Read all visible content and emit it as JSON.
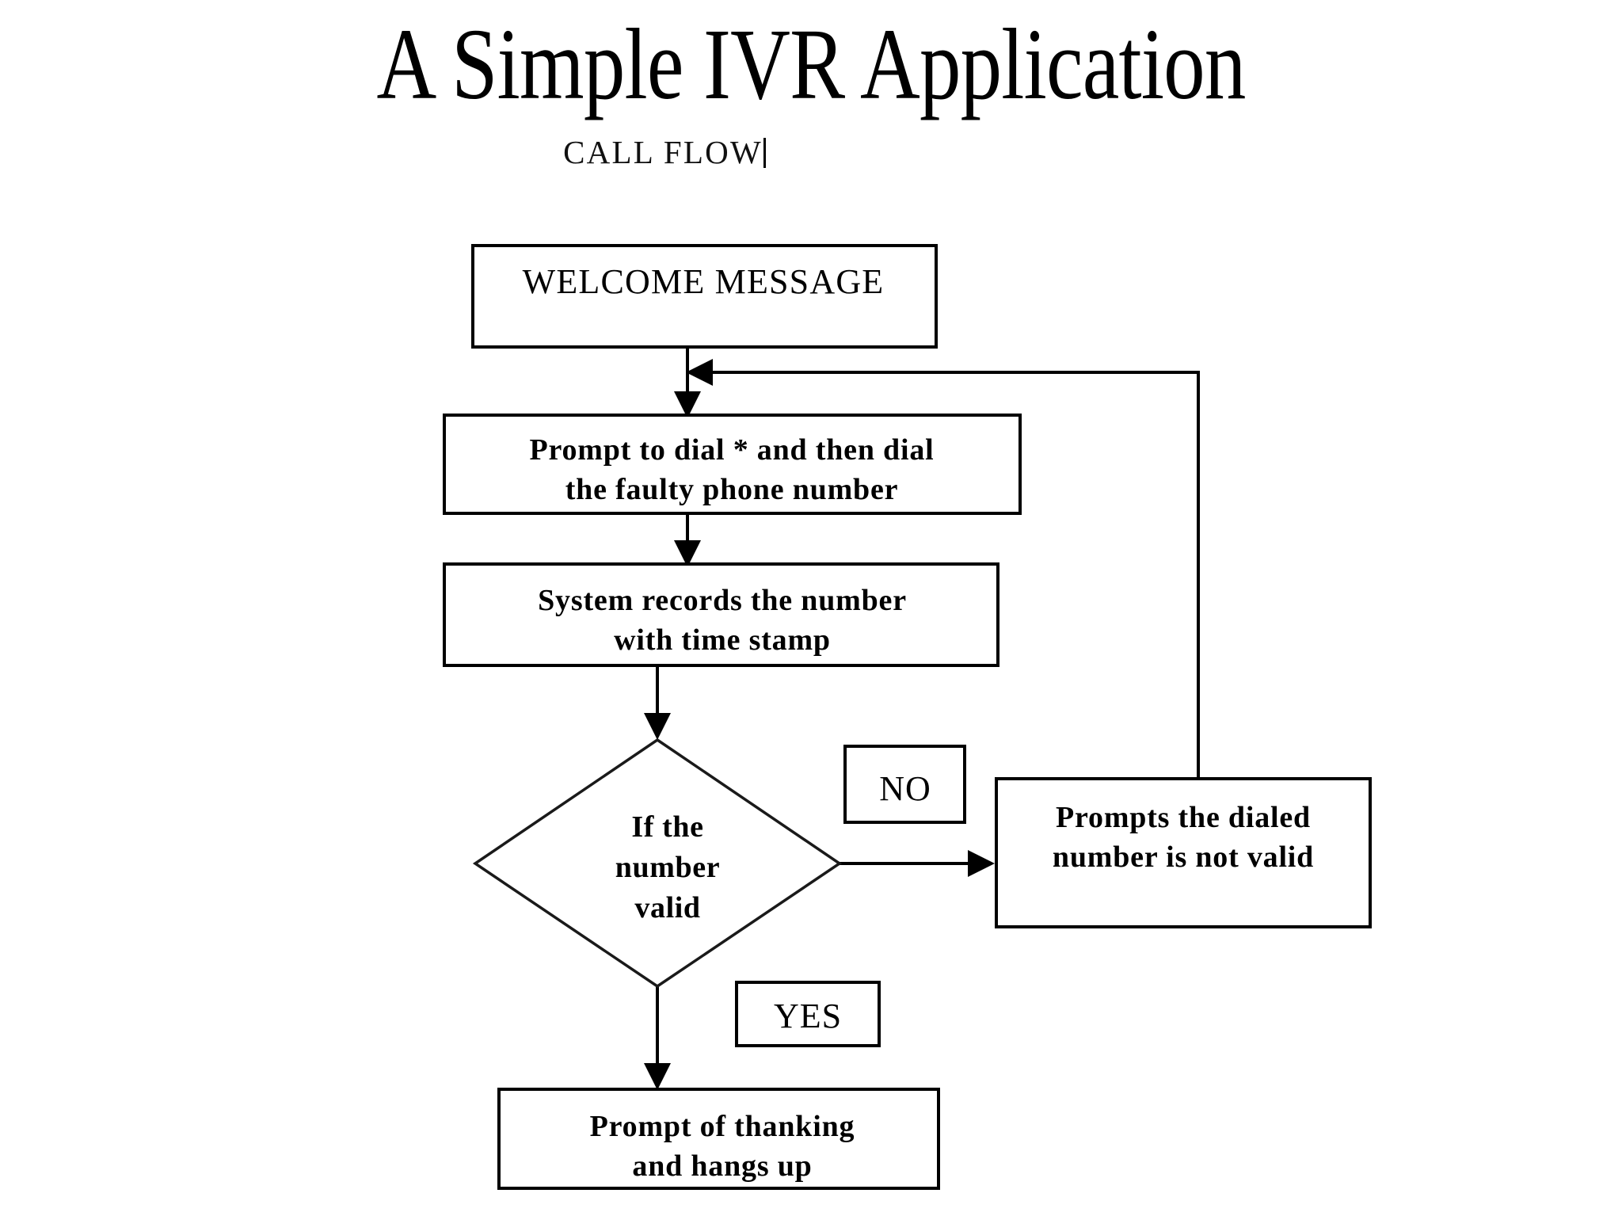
{
  "slide": {
    "title": "A Simple IVR Application",
    "subtitle": "CALL FLOW",
    "background_color": "#ffffff",
    "ink_color": "#000000"
  },
  "flowchart": {
    "type": "flowchart",
    "nodes": [
      {
        "id": "welcome",
        "shape": "rectangle",
        "lines": [
          "WELCOME MESSAGE"
        ]
      },
      {
        "id": "prompt",
        "shape": "rectangle",
        "lines": [
          "Prompt to dial * and then dial",
          "the faulty phone number"
        ]
      },
      {
        "id": "record",
        "shape": "rectangle",
        "lines": [
          "System records the number",
          "with time stamp"
        ]
      },
      {
        "id": "decision",
        "shape": "diamond",
        "lines": [
          "If the",
          "number",
          "valid"
        ]
      },
      {
        "id": "invalid",
        "shape": "rectangle",
        "lines": [
          "Prompts the dialed",
          "number is not valid"
        ]
      },
      {
        "id": "thanks",
        "shape": "rectangle",
        "lines": [
          "Prompt of thanking",
          "and hangs up"
        ]
      }
    ],
    "branch_labels": [
      {
        "id": "no",
        "text": "NO"
      },
      {
        "id": "yes",
        "text": "YES"
      }
    ],
    "edges": [
      {
        "from": "welcome",
        "to": "prompt",
        "label": ""
      },
      {
        "from": "prompt",
        "to": "record",
        "label": ""
      },
      {
        "from": "record",
        "to": "decision",
        "label": ""
      },
      {
        "from": "decision",
        "to": "invalid",
        "label": "NO"
      },
      {
        "from": "decision",
        "to": "thanks",
        "label": "YES"
      },
      {
        "from": "invalid",
        "to": "prompt",
        "label": ""
      }
    ]
  }
}
